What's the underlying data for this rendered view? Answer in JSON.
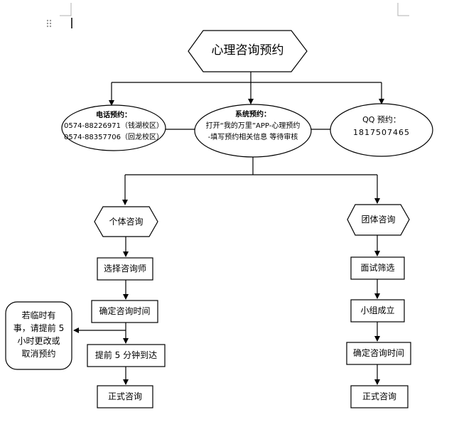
{
  "title": "心理咨询预约",
  "phone": {
    "label": "电话预约：",
    "line1": "0574-88226971（钱湖校区）",
    "line2": "0574-88357706（回龙校区）"
  },
  "system": {
    "label": "系统预约：",
    "line1": "打开“我的万里”APP-心理预约",
    "line2": "-填写预约相关信息 等待审核"
  },
  "qq": {
    "label": "QQ 预约：",
    "number": "1817507465"
  },
  "individual": {
    "title": "个体咨询",
    "steps": [
      "选择咨询师",
      "确定咨询时间",
      "提前 5 分钟到达",
      "正式咨询"
    ]
  },
  "group": {
    "title": "团体咨询",
    "steps": [
      "面试筛选",
      "小组成立",
      "确定咨询时间",
      "正式咨询"
    ]
  },
  "note": {
    "line1": "若临时有",
    "line2": "事，请提前 5",
    "line3": "小时更改或",
    "line4": "取消预约"
  }
}
